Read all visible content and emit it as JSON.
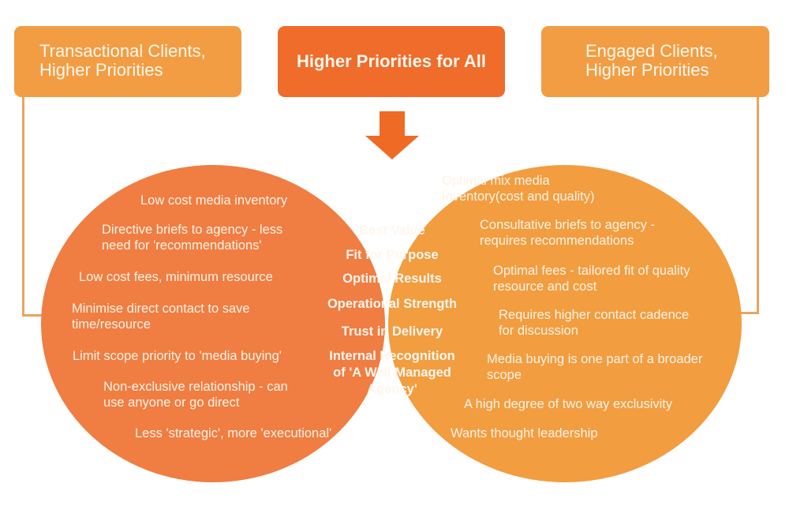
{
  "colors": {
    "left_circle": "#f07d42",
    "right_circle": "#f29d40",
    "overlap": "#ee6c27",
    "side_box": "#f29d44",
    "center_box": "#ef6c2a",
    "connector": "#e9a55f",
    "text": "#fff3e6"
  },
  "header": {
    "left_box": {
      "line1": "Transactional Clients,",
      "line2": "Higher Priorities"
    },
    "center_box": {
      "label": "Higher Priorities for All",
      "arrow_icon": "arrow-down-icon"
    },
    "right_box": {
      "line1": "Engaged Clients,",
      "line2": "Higher Priorities"
    }
  },
  "left_circle": {
    "items": [
      [
        "Low cost media inventory"
      ],
      [
        "Directive briefs to agency - less",
        "need for 'recommendations'"
      ],
      [
        "Low cost fees, minimum resource"
      ],
      [
        "Minimise direct contact to save",
        "time/resource"
      ],
      [
        "Limit scope priority to 'media buying'"
      ],
      [
        "Non-exclusive relationship - can",
        "use anyone or go direct"
      ],
      [
        "Less 'strategic', more 'executional'"
      ]
    ]
  },
  "overlap": {
    "items": [
      [
        "Best Value"
      ],
      [
        "Fit for Purpose"
      ],
      [
        "Optimal Results"
      ],
      [
        "Operational Strength"
      ],
      [
        "Trust in Delivery"
      ],
      [
        "Internal Recognition",
        "of 'A Well Managed",
        "Agency'"
      ]
    ]
  },
  "right_circle": {
    "items": [
      [
        "Optimal mix media",
        "Inventory(cost and quality)"
      ],
      [
        "Consultative briefs to agency -",
        "requires recommendations"
      ],
      [
        "Optimal fees - tailored fit of quality",
        "resource and cost"
      ],
      [
        "Requires higher contact cadence",
        "for discussion"
      ],
      [
        "Media buying is one part of a broader",
        "scope"
      ],
      [
        "A high degree of two way exclusivity"
      ],
      [
        "Wants thought leadership"
      ]
    ]
  }
}
